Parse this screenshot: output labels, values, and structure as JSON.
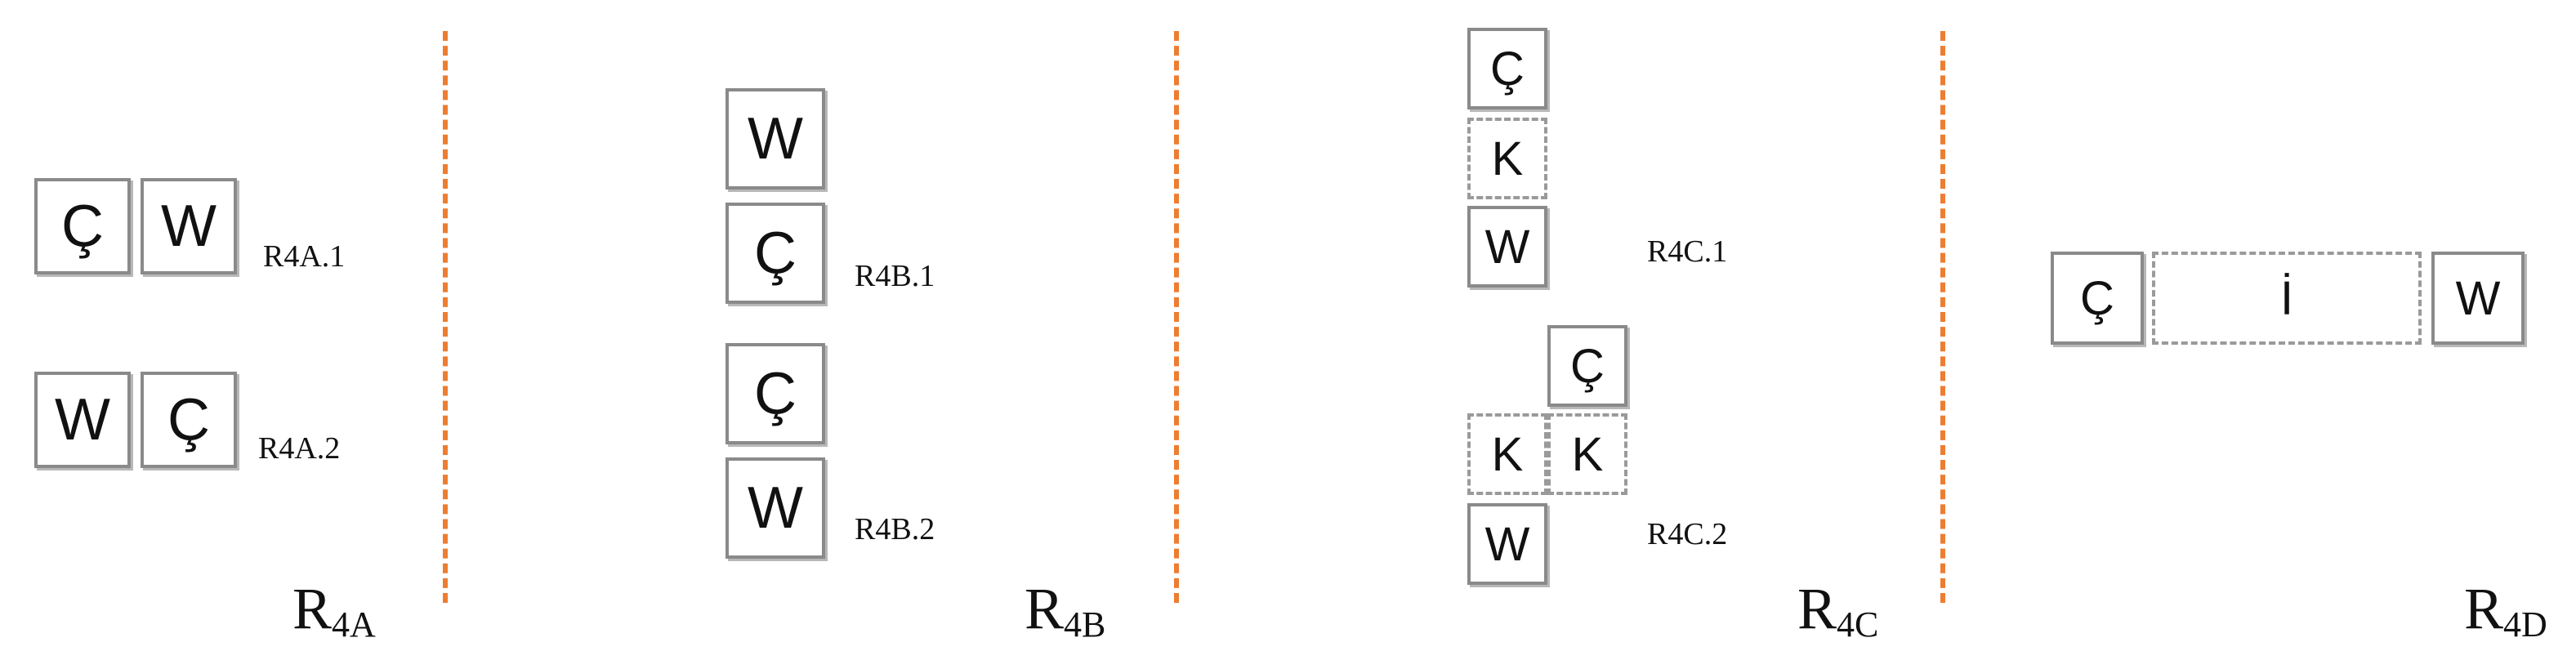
{
  "colors": {
    "divider": "#ed7d31",
    "tile_border": "#8a8a8a",
    "dashed_border": "#9a9a9a"
  },
  "panels": {
    "r4a": {
      "title_main": "R",
      "title_sub": "4A",
      "c1": "Ç",
      "w1": "W",
      "label1": "R4A.1",
      "w2": "W",
      "c2": "Ç",
      "label2": "R4A.2"
    },
    "r4b": {
      "title_main": "R",
      "title_sub": "4B",
      "w1": "W",
      "c1": "Ç",
      "label1": "R4B.1",
      "c2": "Ç",
      "w2": "W",
      "label2": "R4B.2"
    },
    "r4c": {
      "title_main": "R",
      "title_sub": "4C",
      "c1": "Ç",
      "k1": "K",
      "w1": "W",
      "label1": "R4C.1",
      "c2": "Ç",
      "k2a": "K",
      "k2b": "K",
      "w2": "W",
      "label2": "R4C.2"
    },
    "r4d": {
      "title_main": "R",
      "title_sub": "4D",
      "c": "Ç",
      "i": "İ",
      "w": "W"
    }
  }
}
